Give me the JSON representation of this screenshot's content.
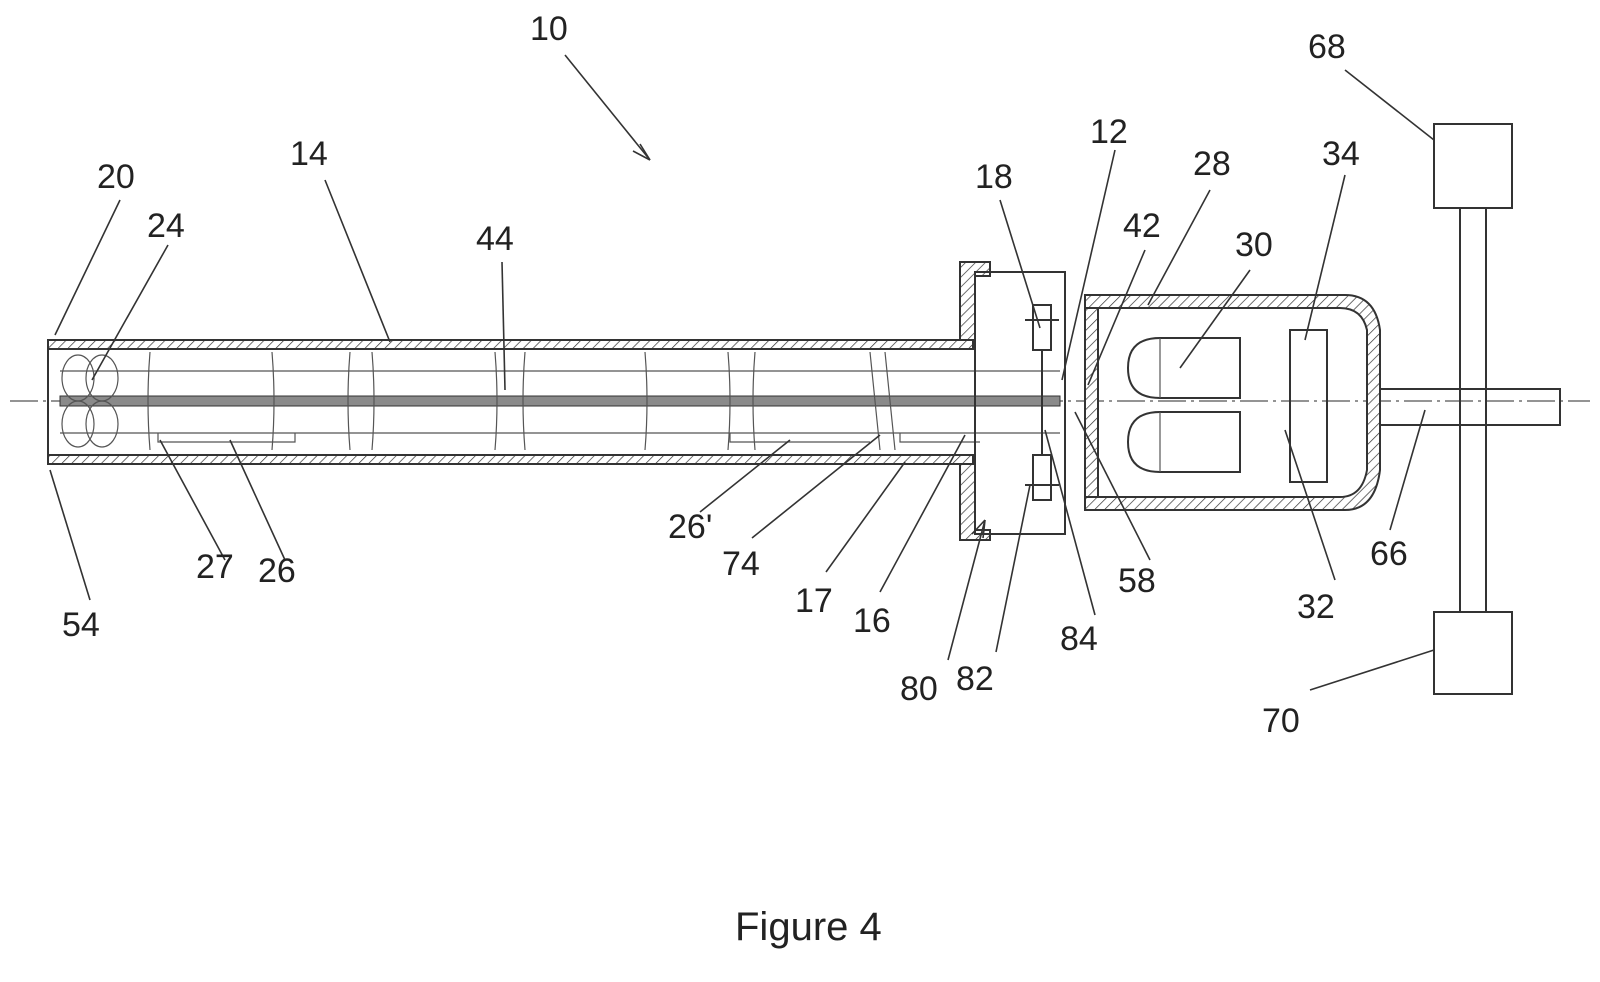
{
  "figure": {
    "caption": "Figure 4",
    "reference_numerals": {
      "n10": "10",
      "n68": "68",
      "n12": "12",
      "n34": "34",
      "n28": "28",
      "n14": "14",
      "n18": "18",
      "n20": "20",
      "n42": "42",
      "n30": "30",
      "n24": "24",
      "n44": "44",
      "n26p": "26'",
      "n74": "74",
      "n66": "66",
      "n27": "27",
      "n26": "26",
      "n58": "58",
      "n17": "17",
      "n16": "16",
      "n32": "32",
      "n54": "54",
      "n84": "84",
      "n82": "82",
      "n80": "80",
      "n70": "70"
    }
  }
}
